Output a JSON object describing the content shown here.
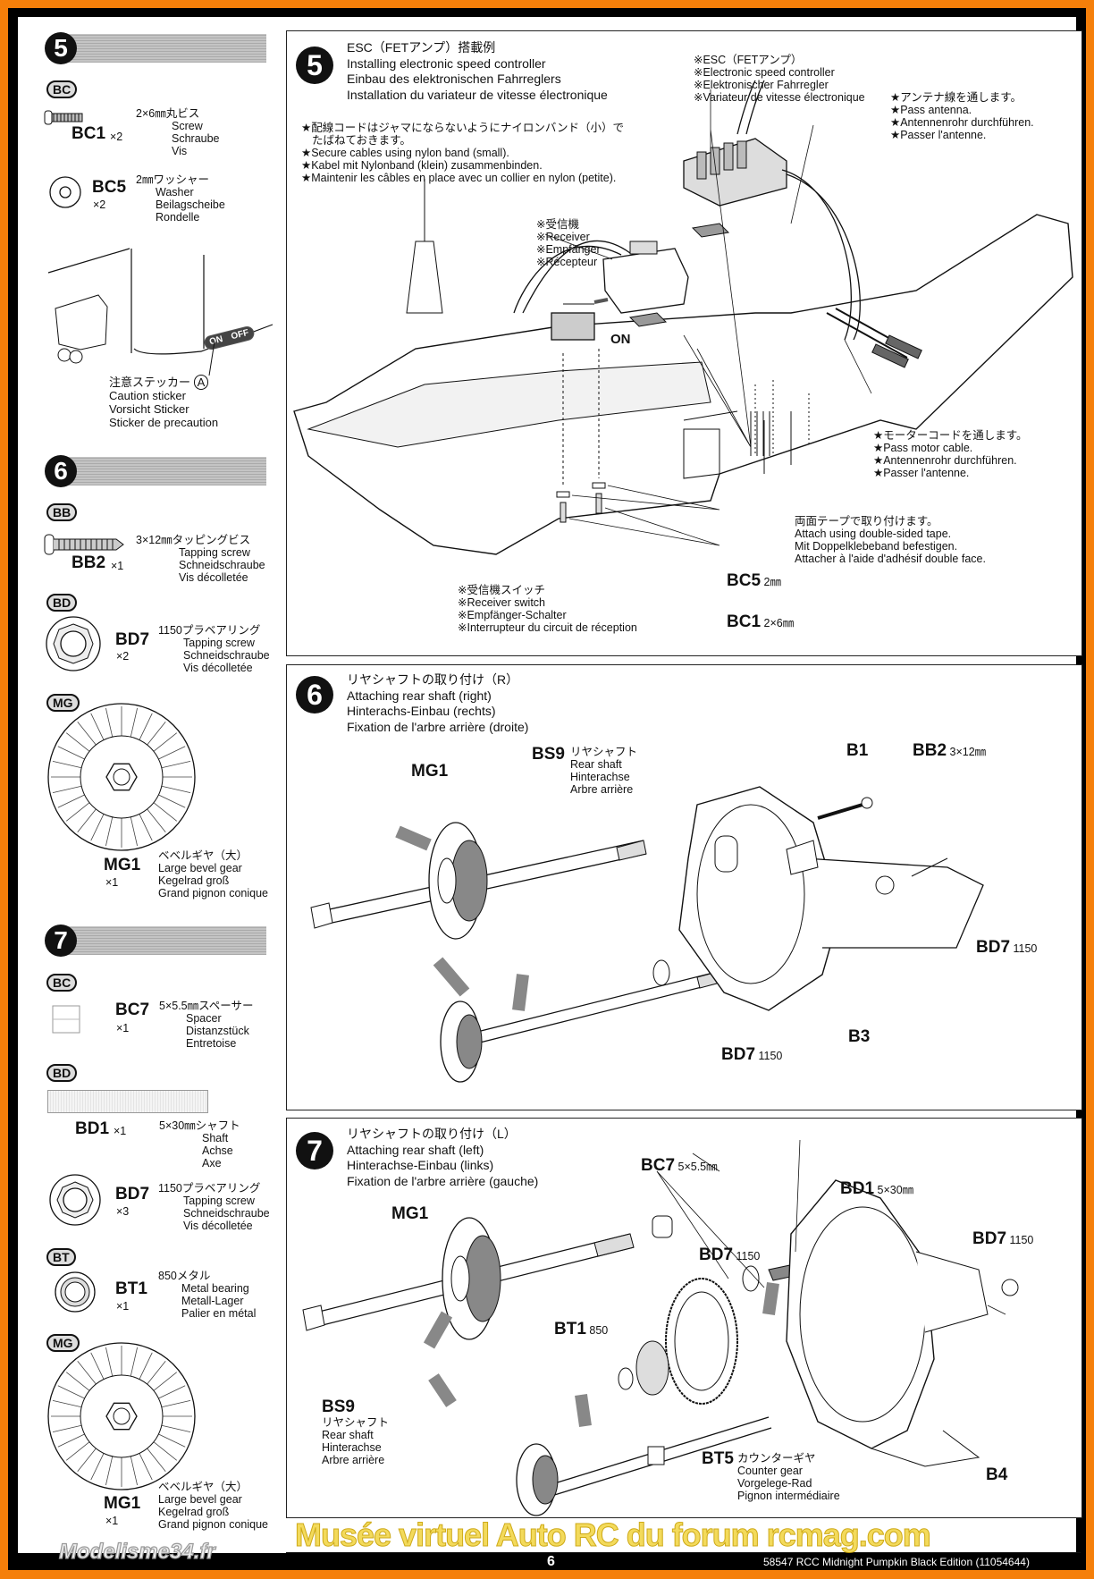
{
  "left_column": {
    "step5": {
      "number": "5",
      "parts": [
        {
          "bag": "BC",
          "id": "BC1",
          "qty": "×2",
          "jp": "2×6㎜丸ビス",
          "en": "Screw",
          "de": "Schraube",
          "fr": "Vis"
        },
        {
          "id": "BC5",
          "qty": "×2",
          "jp": "2㎜ワッシャー",
          "en": "Washer",
          "de": "Beilagscheibe",
          "fr": "Rondelle"
        }
      ],
      "sticker": {
        "on": "ON",
        "off": "OFF",
        "jp": "注意ステッカー",
        "mark": "A",
        "en": "Caution sticker",
        "de": "Vorsicht Sticker",
        "fr": "Sticker de precaution"
      }
    },
    "step6": {
      "number": "6",
      "parts": [
        {
          "bag": "BB",
          "id": "BB2",
          "qty": "×1",
          "jp": "3×12㎜タッピングビス",
          "en": "Tapping screw",
          "de": "Schneidschraube",
          "fr": "Vis décolletée"
        },
        {
          "bag": "BD",
          "id": "BD7",
          "qty": "×2",
          "jp": "1150プラベアリング",
          "en": "Tapping screw",
          "de": "Schneidschraube",
          "fr": "Vis décolletée"
        },
        {
          "bag": "MG",
          "id": "MG1",
          "qty": "×1",
          "jp": "ベベルギヤ（大）",
          "en": "Large bevel gear",
          "de": "Kegelrad groß",
          "fr": "Grand pignon conique"
        }
      ]
    },
    "step7": {
      "number": "7",
      "parts": [
        {
          "bag": "BC",
          "id": "BC7",
          "qty": "×1",
          "jp": "5×5.5㎜スペーサー",
          "en": "Spacer",
          "de": "Distanzstück",
          "fr": "Entretoise"
        },
        {
          "bag": "BD",
          "id": "BD1",
          "qty": "×1",
          "jp": "5×30㎜シャフト",
          "en": "Shaft",
          "de": "Achse",
          "fr": "Axe"
        },
        {
          "id": "BD7",
          "qty": "×3",
          "jp": "1150プラベアリング",
          "en": "Tapping screw",
          "de": "Schneidschraube",
          "fr": "Vis décolletée"
        },
        {
          "bag": "BT",
          "id": "BT1",
          "qty": "×1",
          "jp": "850メタル",
          "en": "Metal bearing",
          "de": "Metall-Lager",
          "fr": "Palier en métal"
        },
        {
          "bag": "MG",
          "id": "MG1",
          "qty": "×1",
          "jp": "ベベルギヤ（大）",
          "en": "Large bevel gear",
          "de": "Kegelrad groß",
          "fr": "Grand pignon conique"
        }
      ]
    }
  },
  "panel5": {
    "number": "5",
    "title": [
      "ESC（FETアンプ）搭載例",
      "Installing electronic speed controller",
      "Einbau des elektronischen Fahrreglers",
      "Installation du variateur de vitesse électronique"
    ],
    "cable_note": [
      "★配線コードはジャマにならないようにナイロンバンド（小）で",
      "たばねておきます。",
      "★Secure cables using nylon band (small).",
      "★Kabel mit Nylonband (klein)  zusammenbinden.",
      "★Maintenir les câbles en place avec un collier en nylon (petite)."
    ],
    "esc": [
      "※ESC（FETアンプ）",
      "※Electronic speed controller",
      "※Elektronischer Fahrregler",
      "※Variateur de vitesse électronique"
    ],
    "antenna": [
      "★アンテナ線を通します。",
      "★Pass antenna.",
      "★Antennenrohr durchführen.",
      "★Passer l'antenne."
    ],
    "receiver": [
      "※受信機",
      "※Receiver",
      "※Empfänger",
      "※Récepteur"
    ],
    "on_label": "ON",
    "motor_cord": [
      "★モーターコードを通します。",
      "★Pass motor cable.",
      "★Antennenrohr durchführen.",
      "★Passer l'antenne."
    ],
    "tape": [
      "両面テープで取り付けます。",
      "Attach using double-sided tape.",
      "Mit Doppelklebeband befestigen.",
      "Attacher à l'aide d'adhésif double face."
    ],
    "switch": [
      "※受信機スイッチ",
      "※Receiver switch",
      "※Empfänger-Schalter",
      "※Interrupteur du circuit de réception"
    ],
    "bc5": {
      "id": "BC5",
      "size": "2㎜"
    },
    "bc1": {
      "id": "BC1",
      "size": "2×6㎜"
    }
  },
  "panel6": {
    "number": "6",
    "title": [
      "リヤシャフトの取り付け（R）",
      "Attaching rear shaft (right)",
      "Hinterachs-Einbau (rechts)",
      "Fixation de l'arbre arrière (droite)"
    ],
    "mg1": "MG1",
    "bs9": {
      "id": "BS9",
      "jp": "リヤシャフト",
      "en": "Rear shaft",
      "de": "Hinterachse",
      "fr": "Arbre arrière"
    },
    "b1": "B1",
    "bb2": {
      "id": "BB2",
      "size": "3×12㎜"
    },
    "bd7_right": {
      "id": "BD7",
      "size": "1150"
    },
    "b3": "B3",
    "bd7_left": {
      "id": "BD7",
      "size": "1150"
    }
  },
  "panel7": {
    "number": "7",
    "title": [
      "リヤシャフトの取り付け（L）",
      "Attaching rear shaft (left)",
      "Hinterachse-Einbau (links)",
      "Fixation de l'arbre arrière (gauche)"
    ],
    "bc7": {
      "id": "BC7",
      "size": "5×5.5㎜"
    },
    "bd1": {
      "id": "BD1",
      "size": "5×30㎜"
    },
    "bd7_right": {
      "id": "BD7",
      "size": "1150"
    },
    "mg1": "MG1",
    "bd7_mid": {
      "id": "BD7",
      "size": "1150"
    },
    "bt1": {
      "id": "BT1",
      "size": "850"
    },
    "bs9": {
      "id": "BS9",
      "jp": "リヤシャフト",
      "en": "Rear shaft",
      "de": "Hinterachse",
      "fr": "Arbre arrière"
    },
    "bt5": {
      "id": "BT5",
      "jp": "カウンターギヤ",
      "en": "Counter gear",
      "de": "Vorgelege-Rad",
      "fr": "Pignon intermédiaire"
    },
    "b4": "B4"
  },
  "footer": {
    "page": "6",
    "model": "58547  RCC Midnight Pumpkin Black Edition (11054644)",
    "watermark": "Musée virtuel Auto RC du forum rcmag.com",
    "watermark2": "Modelisme34.fr"
  },
  "colors": {
    "border_outer": "#f57f0a",
    "border_inner": "#000000",
    "watermark": "#f2d64a"
  }
}
